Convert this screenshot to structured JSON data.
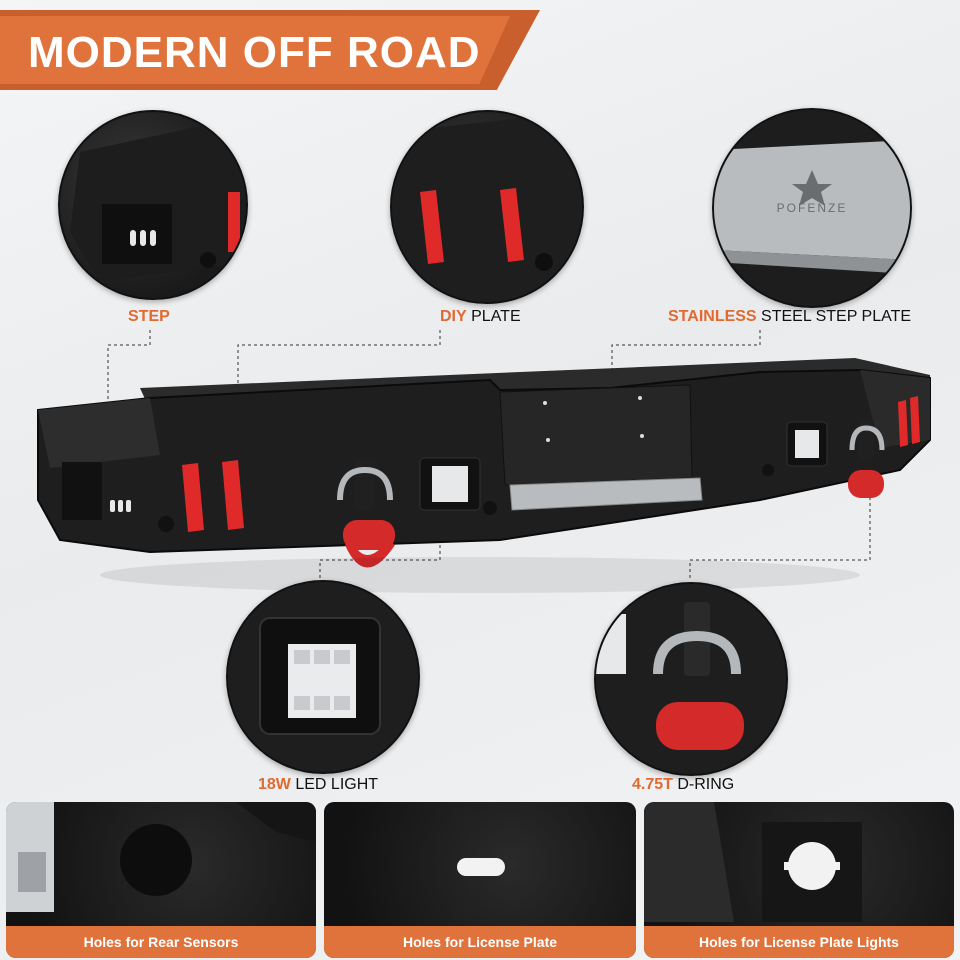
{
  "banner": {
    "title": "MODERN OFF ROAD"
  },
  "callouts": {
    "step": {
      "accent": "STEP",
      "text": ""
    },
    "diy_plate": {
      "accent": "DIY",
      "text": " PLATE"
    },
    "step_plate": {
      "accent": "STAINLESS",
      "text": " STEEL STEP PLATE",
      "logo_text": "POFENZE"
    },
    "led_light": {
      "accent": "18W",
      "text": " LED LIGHT"
    },
    "d_ring": {
      "accent": "4.75T",
      "text": " D-RING"
    }
  },
  "bottom_panels": [
    {
      "caption": "Holes for Rear Sensors"
    },
    {
      "caption": "Holes for License Plate"
    },
    {
      "caption": "Holes for License Plate Lights"
    }
  ],
  "colors": {
    "accent_orange": "#e0733b",
    "bumper_black": "#1c1c1c",
    "light_red": "#e02a2a",
    "shackle_red": "#d42a2a",
    "steel": "#b9bcbf"
  }
}
